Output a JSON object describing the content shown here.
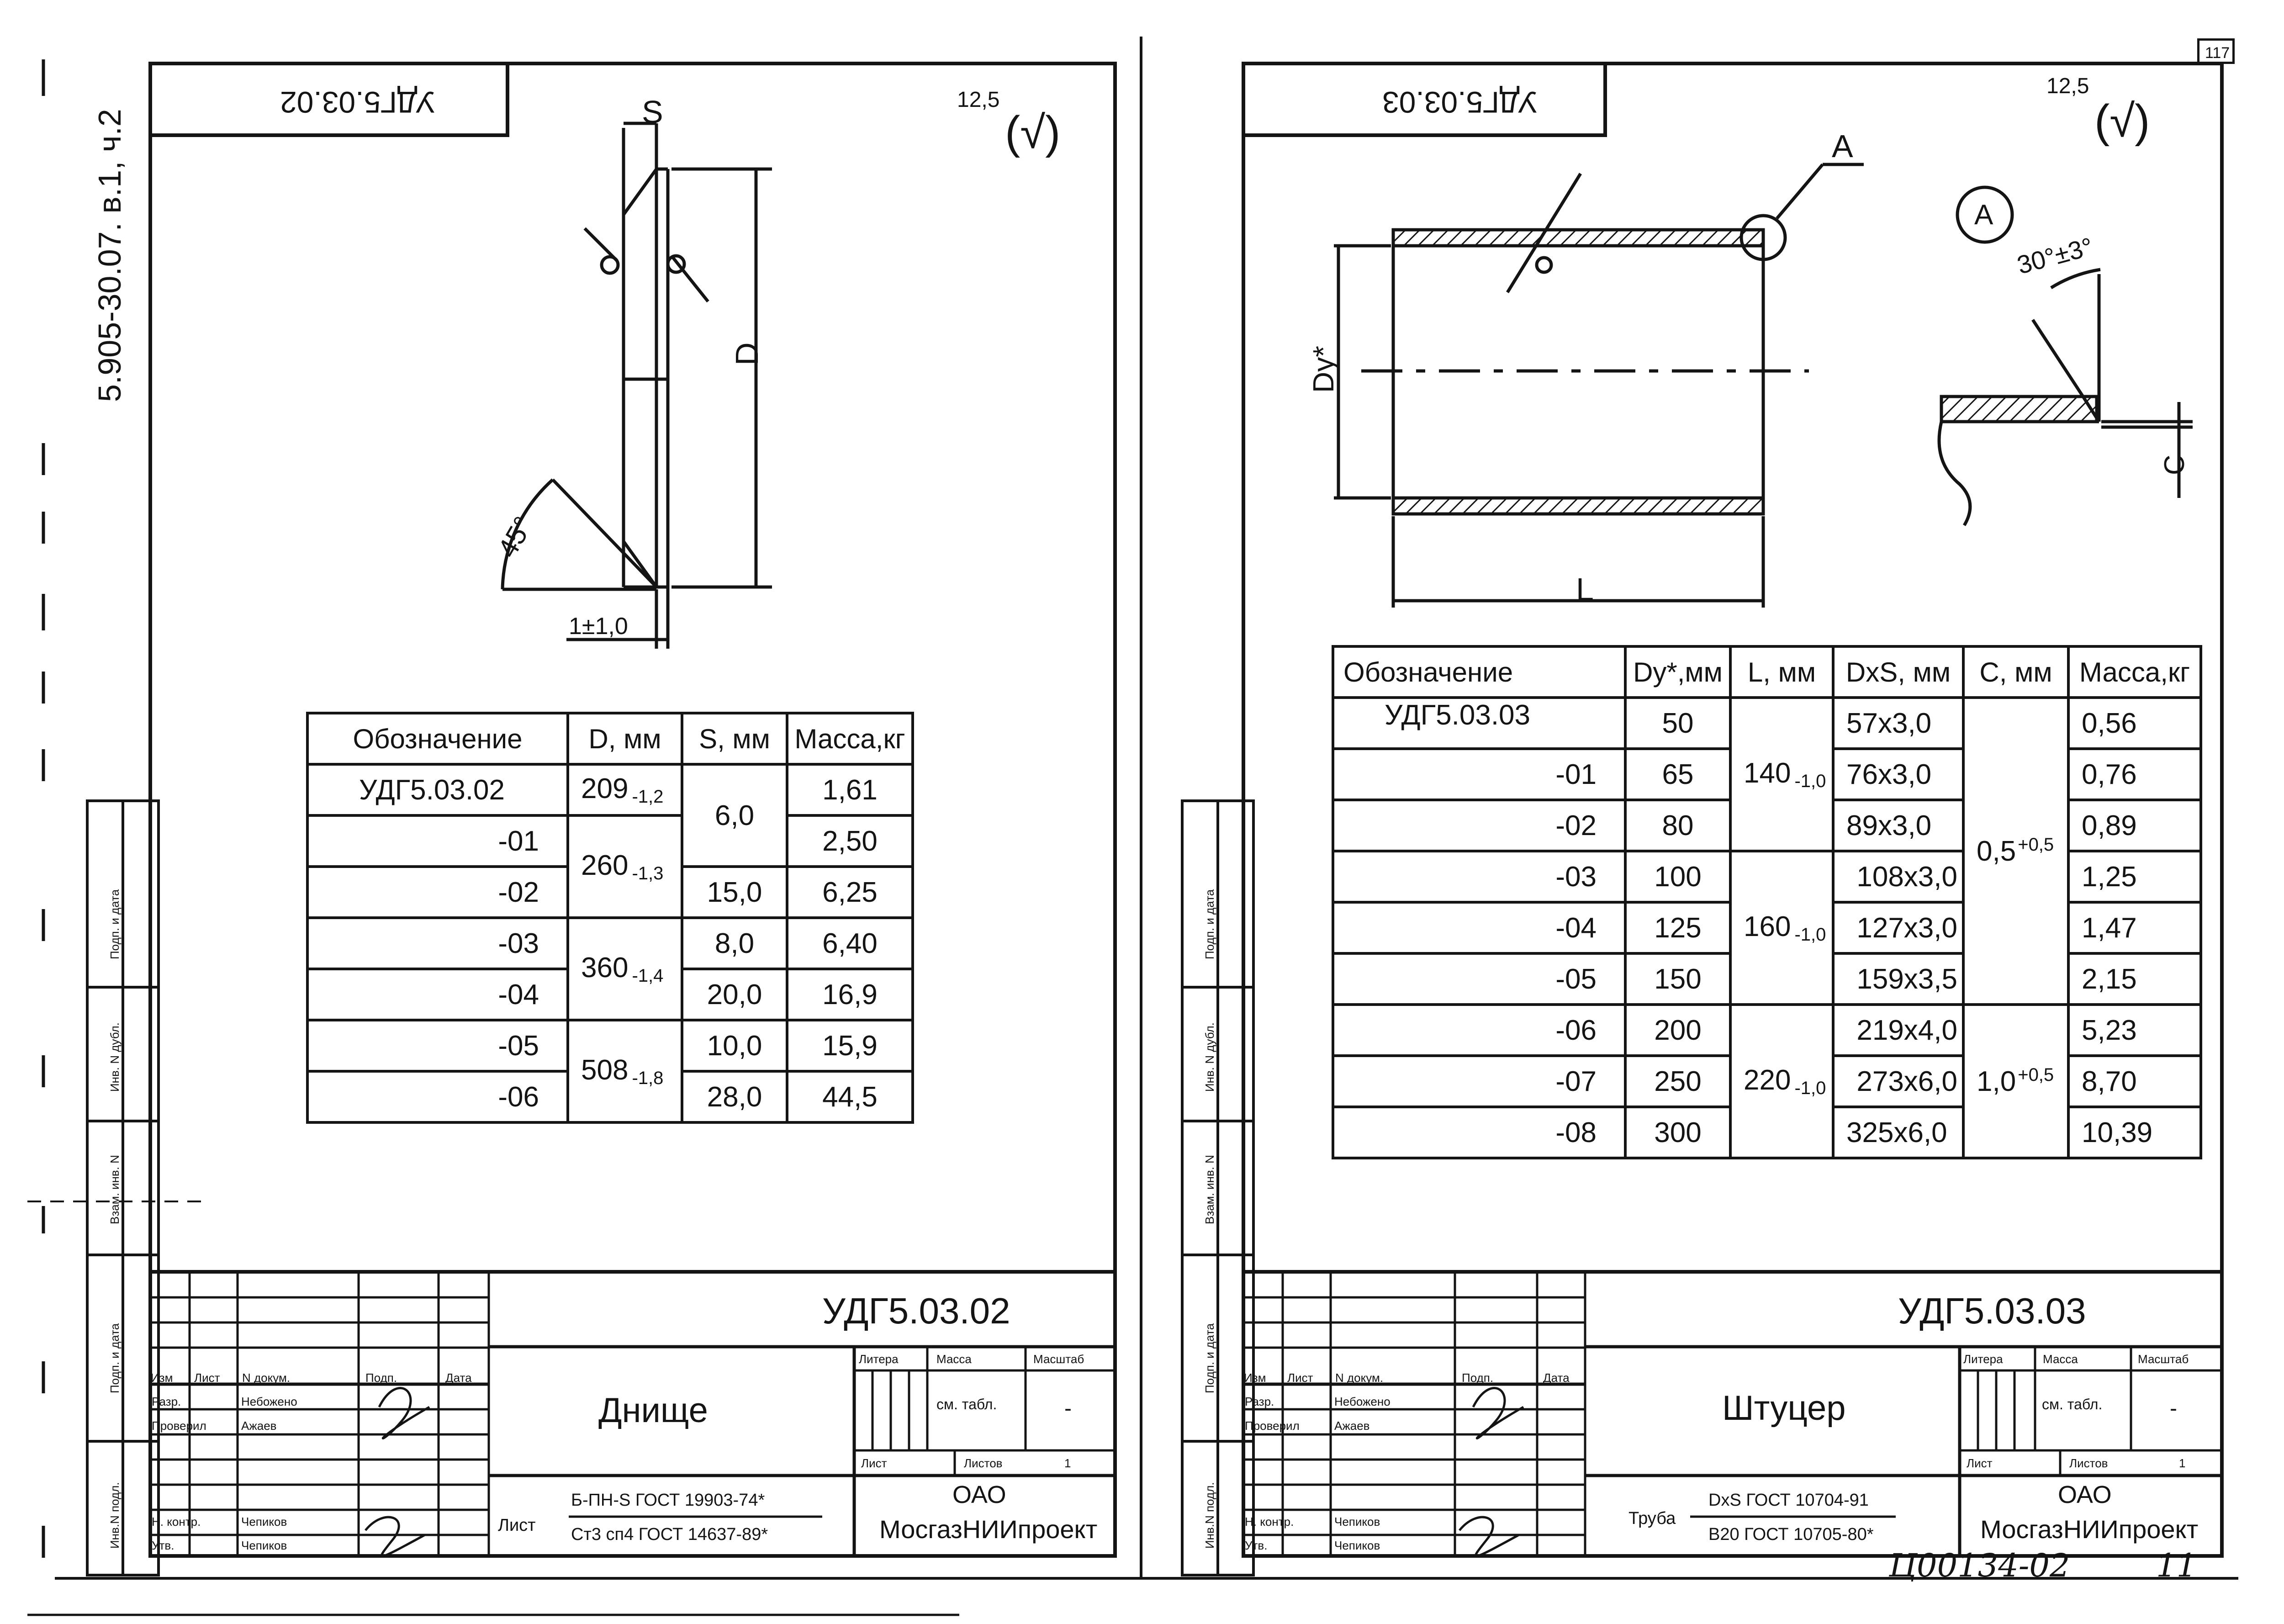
{
  "margin_code": "5.905-30.07. в.1, ч.2",
  "page_number": "117",
  "footer_handwritten": "Ц00134-02",
  "footer_page": "11",
  "sheets": [
    {
      "stamp_top": "УДГ5.03.02",
      "roughness": {
        "value": "12,5",
        "symbol": "(√)"
      },
      "drawing_labels": {
        "s": "S",
        "d": "D",
        "angle": "45°",
        "gap": "1±1,0"
      },
      "table": {
        "headers": [
          "Обозначение",
          "D, мм",
          "S, мм",
          "Масса,кг"
        ],
        "rows": [
          {
            "des": "УДГ5.03.02",
            "d": "209",
            "d_tol": "-1,2",
            "s": "6,0",
            "m": "1,61"
          },
          {
            "des": "-01",
            "d": "260",
            "d_tol": "-1,3",
            "s": "",
            "m": "2,50"
          },
          {
            "des": "-02",
            "d": "",
            "d_tol": "",
            "s": "15,0",
            "m": "6,25"
          },
          {
            "des": "-03",
            "d": "360",
            "d_tol": "-1,4",
            "s": "8,0",
            "m": "6,40"
          },
          {
            "des": "-04",
            "d": "",
            "d_tol": "",
            "s": "20,0",
            "m": "16,9"
          },
          {
            "des": "-05",
            "d": "508",
            "d_tol": "-1,8",
            "s": "10,0",
            "m": "15,9"
          },
          {
            "des": "-06",
            "d": "",
            "d_tol": "",
            "s": "28,0",
            "m": "44,5"
          }
        ]
      },
      "title_block": {
        "designation": "УДГ5.03.02",
        "name": "Днище",
        "col_headers": [
          "Изм",
          "Лист",
          "N докум.",
          "Подп.",
          "Дата"
        ],
        "roles": [
          {
            "role": "Разр.",
            "person": "Небожено"
          },
          {
            "role": "Проверил",
            "person": "Ажаев"
          },
          {
            "role": "Н. контр.",
            "person": "Чепиков"
          },
          {
            "role": "Утв.",
            "person": "Чепиков"
          }
        ],
        "material_label": "Лист",
        "material_lines": [
          "Б-ПН-S ГОСТ 19903-74*",
          "Ст3 сп4 ГОСТ 14637-89*"
        ],
        "litera_label": "Литера",
        "mass_label": "Масса",
        "scale_label": "Масштаб",
        "mass_value": "см. табл.",
        "scale_value": "-",
        "sheet_label": "Лист",
        "sheets_label": "Листов",
        "sheets_value": "1",
        "org": [
          "ОАО",
          "МосгазНИИпроект"
        ]
      }
    },
    {
      "stamp_top": "УДГ5.03.03",
      "roughness": {
        "value": "12,5",
        "symbol": "(√)"
      },
      "drawing_labels": {
        "callout": "A",
        "detail": "A",
        "angle": "30°±3°",
        "dy": "Dy*",
        "l": "L",
        "c": "C"
      },
      "table": {
        "headers": [
          "Обозначение",
          "Dy*,мм",
          "L, мм",
          "DxS, мм",
          "C, мм",
          "Масса,кг"
        ],
        "rows": [
          {
            "des": "УДГ5.03.03",
            "dy": "50",
            "l": "140",
            "l_tol": "-1,0",
            "dxs": "57x3,0",
            "c": "0,5",
            "c_tol": "+0,5",
            "m": "0,56"
          },
          {
            "des": "-01",
            "dy": "65",
            "l": "",
            "l_tol": "",
            "dxs": "76x3,0",
            "c": "",
            "c_tol": "",
            "m": "0,76"
          },
          {
            "des": "-02",
            "dy": "80",
            "l": "",
            "l_tol": "",
            "dxs": "89x3,0",
            "c": "",
            "c_tol": "",
            "m": "0,89"
          },
          {
            "des": "-03",
            "dy": "100",
            "l": "160",
            "l_tol": "-1,0",
            "dxs": "108x3,0",
            "c": "",
            "c_tol": "",
            "m": "1,25"
          },
          {
            "des": "-04",
            "dy": "125",
            "l": "",
            "l_tol": "",
            "dxs": "127x3,0",
            "c": "",
            "c_tol": "",
            "m": "1,47"
          },
          {
            "des": "-05",
            "dy": "150",
            "l": "",
            "l_tol": "",
            "dxs": "159x3,5",
            "c": "",
            "c_tol": "",
            "m": "2,15"
          },
          {
            "des": "-06",
            "dy": "200",
            "l": "220",
            "l_tol": "-1,0",
            "dxs": "219x4,0",
            "c": "1,0",
            "c_tol": "+0,5",
            "m": "5,23"
          },
          {
            "des": "-07",
            "dy": "250",
            "l": "",
            "l_tol": "",
            "dxs": "273x6,0",
            "c": "",
            "c_tol": "",
            "m": "8,70"
          },
          {
            "des": "-08",
            "dy": "300",
            "l": "",
            "l_tol": "",
            "dxs": "325x6,0",
            "c": "",
            "c_tol": "",
            "m": "10,39"
          }
        ]
      },
      "title_block": {
        "designation": "УДГ5.03.03",
        "name": "Штуцер",
        "col_headers": [
          "Изм",
          "Лист",
          "N докум.",
          "Подп.",
          "Дата"
        ],
        "roles": [
          {
            "role": "Разр.",
            "person": "Небожено"
          },
          {
            "role": "Проверил",
            "person": "Ажаев"
          },
          {
            "role": "Н. контр.",
            "person": "Чепиков"
          },
          {
            "role": "Утв.",
            "person": "Чепиков"
          }
        ],
        "material_label": "Труба",
        "material_lines": [
          "DxS ГОСТ 10704-91",
          "В20 ГОСТ 10705-80*"
        ],
        "litera_label": "Литера",
        "mass_label": "Масса",
        "scale_label": "Масштаб",
        "mass_value": "см. табл.",
        "scale_value": "-",
        "sheet_label": "Лист",
        "sheets_label": "Листов",
        "sheets_value": "1",
        "org": [
          "ОАО",
          "МосгазНИИпроект"
        ]
      }
    }
  ],
  "side_stamp_labels": [
    "Подп. и дата",
    "Инв. N дубл.",
    "Взам. инв. N",
    "Подп. и дата",
    "Инв.N подл."
  ]
}
